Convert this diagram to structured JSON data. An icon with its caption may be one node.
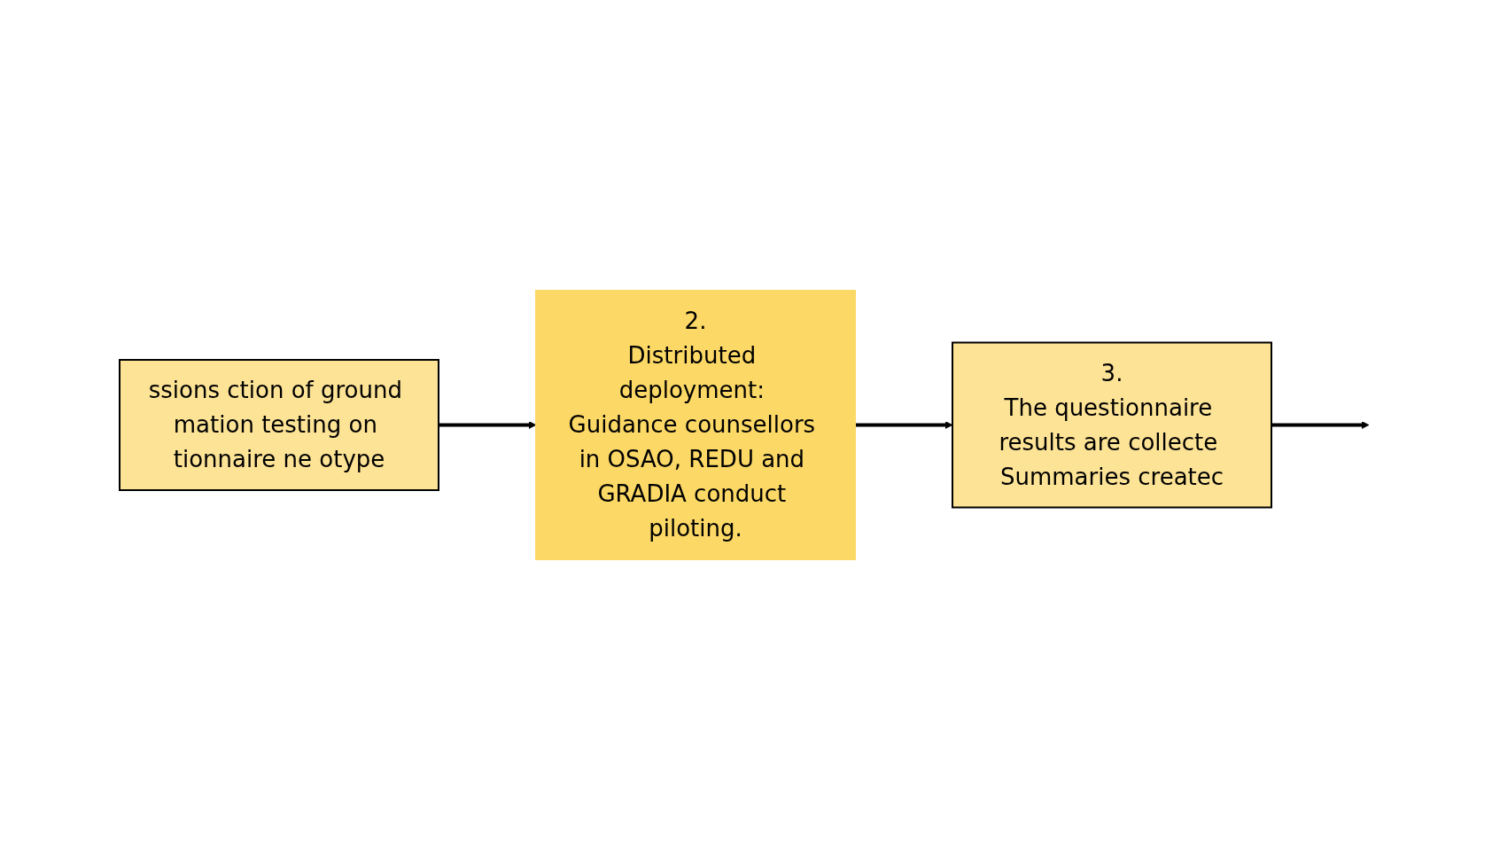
{
  "diagram": {
    "nodes": [
      {
        "text": [
          "ssions ction of ground mation testing on tionnaire ne otype"
        ]
      },
      {
        "text": [
          "2.",
          "Distributed deployment: Guidance counsellors in OSAO, REDU and GRADIA conduct piloting."
        ]
      },
      {
        "text": [
          "3.",
          "The questionnaire results are collecte Summaries createc"
        ]
      }
    ],
    "edges": [
      {
        "from": 0,
        "to": 1,
        "arrow": "to"
      },
      {
        "from": 1,
        "to": 2,
        "arrow": "to"
      },
      {
        "from": 2,
        "to": null,
        "arrow": "to"
      }
    ]
  }
}
